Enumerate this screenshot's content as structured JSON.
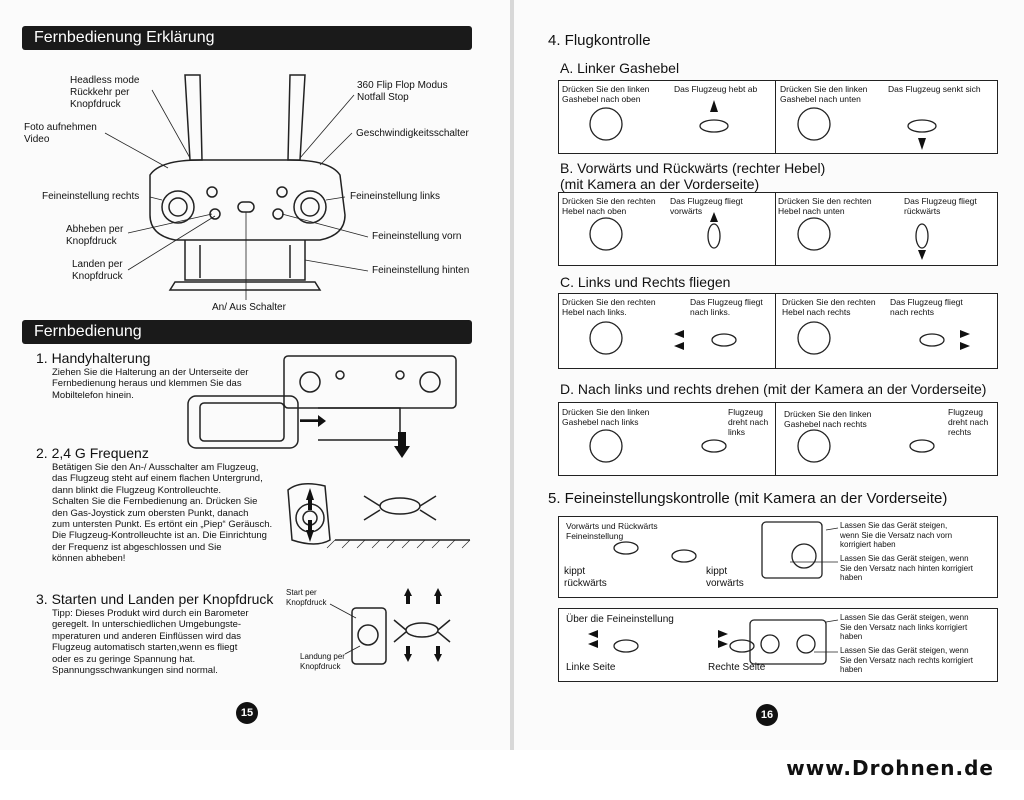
{
  "left": {
    "section1_title": "Fernbedienung Erklärung",
    "labels": {
      "headless": "Headless mode\nRückkehr per\nKnopfdruck",
      "foto": "Foto aufnehmen\nVideo",
      "feinrechts": "Feineinstellung rechts",
      "abheben": "Abheben per\nKnopfdruck",
      "landen": "Landen per\nKnopfdruck",
      "flip": "360 Flip Flop Modus\nNotfall Stop",
      "speed": "Geschwindigkeitsschalter",
      "feinlinks": "Feineinstellung links",
      "feinvorn": "Feineinstellung vorn",
      "feinhinten": "Feineinstellung hinten",
      "anaus": "An/ Aus Schalter"
    },
    "section2_title": "Fernbedienung",
    "item1_title": "1. Handyhalterung",
    "item1_text": "Ziehen Sie die Halterung an der Unterseite der\nFernbedienung heraus und klemmen Sie das\nMobiltelefon hinein.",
    "item2_title": "2. 2,4 G Frequenz",
    "item2_text": "Betätigen Sie den An-/ Ausschalter am Flugzeug,\ndas Flugzeug steht auf einem flachen Untergrund,\ndann blinkt die Flugzeug Kontrolleuchte.\nSchalten Sie die Fernbedienung an. Drücken Sie\nden Gas-Joystick zum obersten Punkt, danach\nzum untersten Punkt. Es ertönt ein „Piep“ Geräusch.\nDie Flugzeug-Kontrolleuchte ist an. Die Einrichtung\nder Frequenz ist abgeschlossen und Sie\nkönnen abheben!",
    "item3_title": "3. Starten und Landen per Knopfdruck",
    "item3_text": "Tipp: Dieses Produkt wird durch ein Barometer\ngeregelt. In unterschiedlichen Umgebungste-\nmperaturen und anderen Einflüssen wird das\nFlugzeug automatisch starten,wenn es fliegt\noder es zu geringe Spannung hat.\nSpannungsschwankungen sind normal.",
    "start_label": "Start per\nKnopfdruck",
    "landung_label": "Landung per\nKnopfdruck",
    "page_number": "15"
  },
  "right": {
    "title4": "4. Flugkontrolle",
    "a_title": "A. Linker Gashebel",
    "a_cells": [
      "Drücken Sie den linken\nGashebel nach oben",
      "Das Flugzeug hebt ab",
      "Drücken Sie den linken\nGashebel nach unten",
      "Das Flugzeug senkt sich"
    ],
    "b_title": "B. Vorwärts und Rückwärts (rechter Hebel)\n(mit Kamera an der Vorderseite)",
    "b_cells": [
      "Drücken Sie den rechten\nHebel nach oben",
      "Das Flugzeug fliegt\nvorwärts",
      "Drücken Sie den rechten\nHebel nach unten",
      "Das Flugzeug fliegt\nrückwärts"
    ],
    "c_title": "C. Links und Rechts fliegen",
    "c_cells": [
      "Drücken Sie den rechten\nHebel nach links.",
      "Das Flugzeug fliegt\nnach links.",
      "Drücken Sie den rechten\nHebel nach rechts",
      "Das Flugzeug fliegt\nnach rechts"
    ],
    "d_title": "D. Nach links und rechts drehen (mit der Kamera an der Vorderseite)",
    "d_cells": [
      "Drücken Sie den linken\nGashebel nach links",
      "Flugzeug\ndreht nach\nlinks",
      "Drücken Sie den linken\nGashebel nach rechts",
      "Flugzeug\ndreht nach\nrechts"
    ],
    "title5": "5. Feineinstellungskontrolle (mit Kamera an der Vorderseite)",
    "fine1": {
      "label": "Vorwärts und Rückwärts\nFeineinstellung",
      "kippt_r": "kippt\nrückwärts",
      "kippt_v": "kippt\nvorwärts",
      "note1": "Lassen Sie das Gerät steigen,\nwenn Sie die Versatz nach vorn\nkorrigiert haben",
      "note2": "Lassen Sie das Gerät steigen, wenn\nSie den Versatz nach hinten korrigiert\nhaben"
    },
    "fine2": {
      "label": "Über die Feineinstellung",
      "linke": "Linke Seite",
      "rechte": "Rechte Seite",
      "note1": "Lassen Sie das Gerät steigen, wenn\nSie den Versatz nach links korrigiert\nhaben",
      "note2": "Lassen Sie das Gerät steigen, wenn\nSie den Versatz nach rechts korrigiert\nhaben"
    },
    "page_number": "16"
  },
  "footer_site": "www.Drohnen.de"
}
